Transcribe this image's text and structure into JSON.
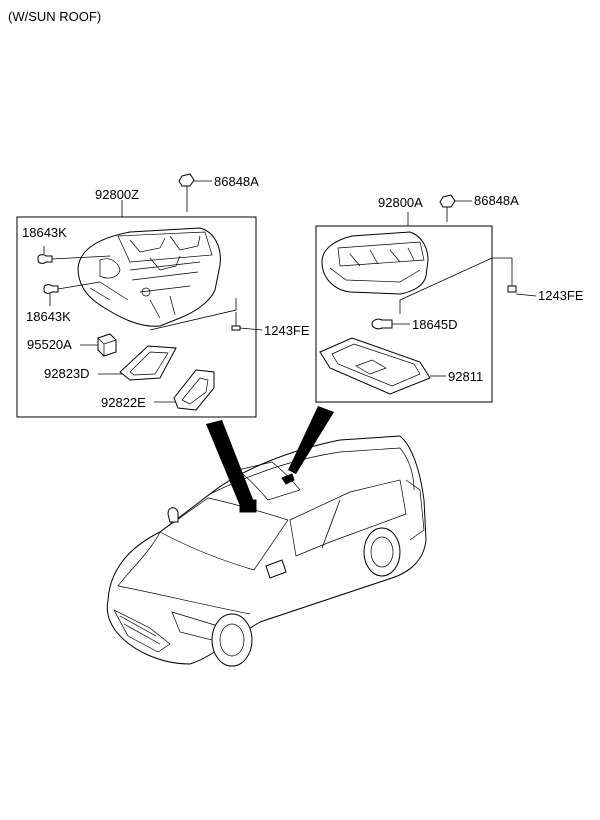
{
  "header": "(W/SUN ROOF)",
  "left_group": {
    "assembly": "92800Z",
    "screw_top": "86848A",
    "bulb_upper": "18643K",
    "bulb_lower": "18643K",
    "switch": "95520A",
    "lens_frame": "92823D",
    "lens": "92822E",
    "screw_side": "1243FE"
  },
  "right_group": {
    "assembly": "92800A",
    "screw_top": "86848A",
    "screw_side": "1243FE",
    "bulb": "18645D",
    "lens": "92811"
  }
}
